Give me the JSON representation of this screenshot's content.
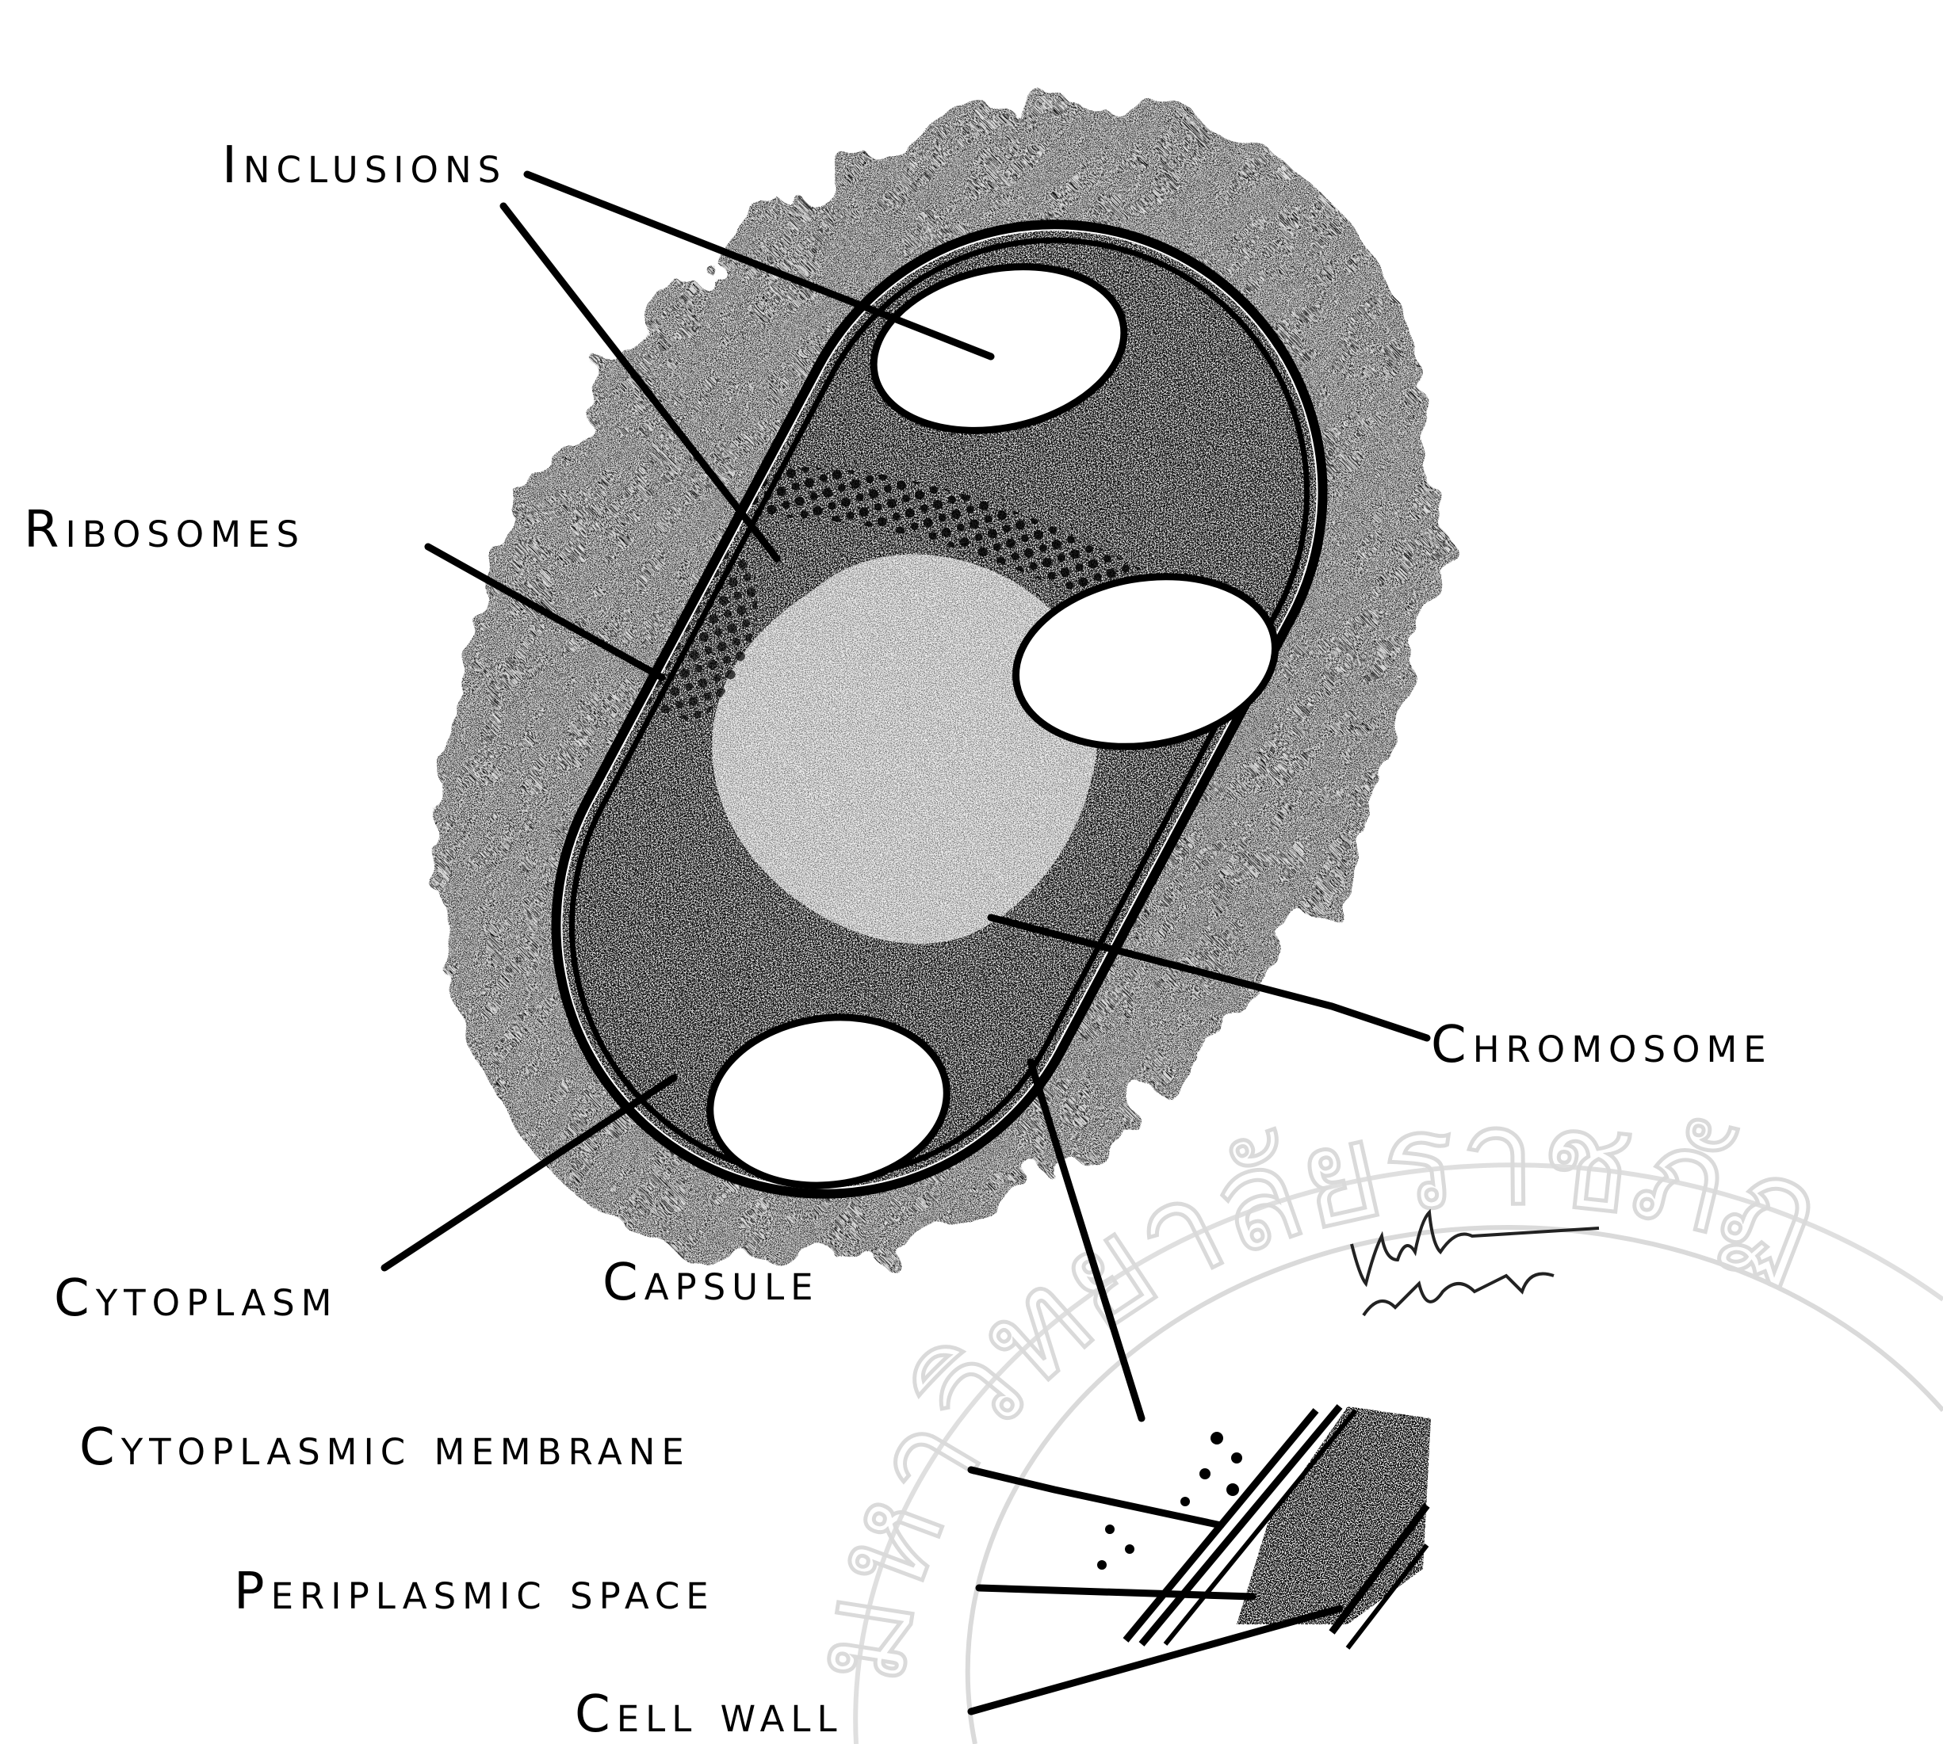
{
  "labels": {
    "inclusions": "Inclusions",
    "ribosomes": "Ribosomes",
    "chromosome": "Chromosome",
    "cytoplasm": "Cytoplasm",
    "capsule": "Capsule",
    "cytoplasmic_membrane": "Cytoplasmic membrane",
    "periplasmic_space": "Periplasmic space",
    "cell_wall": "Cell wall"
  },
  "signature": {
    "name": "Vinduthan",
    "date": "28/6/97"
  },
  "watermark": {
    "text": "มหาวิทยาลัยราชภัฏ"
  },
  "colors": {
    "ink": "#000000",
    "capsule_fill": "#bdbdbd",
    "cell_fill": "#9a9a9a",
    "chromosome_fill": "#eeeeee",
    "inclusion_fill": "#ffffff",
    "watermark": "#d6d6d6"
  }
}
